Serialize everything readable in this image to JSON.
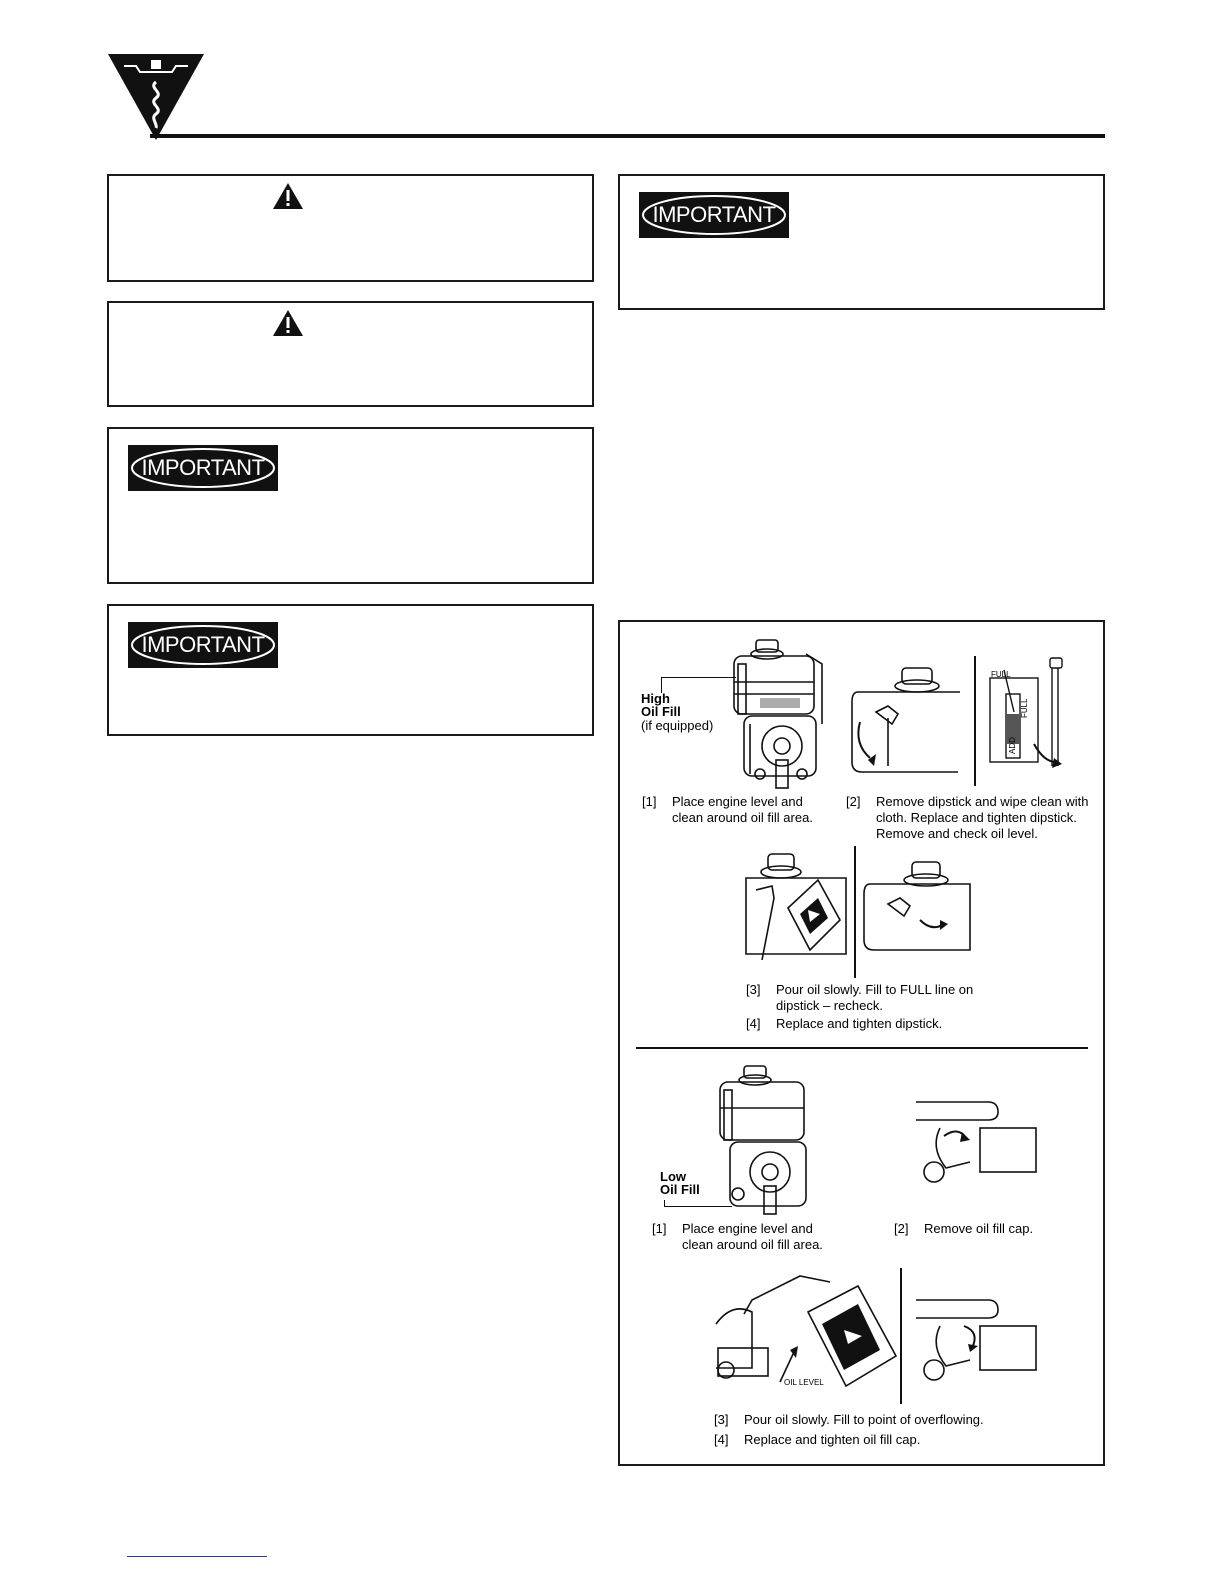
{
  "important_badge_text": "IMPORTANT",
  "figure": {
    "high": {
      "label_line1": "High",
      "label_line2": "Oil Fill",
      "label_line3": "(if equipped)",
      "full_tag": "FULL",
      "dip_full": "FULL",
      "dip_add": "ADD",
      "step1_num": "[1]",
      "step1_line1": "Place engine level and",
      "step1_line2": "clean around oil fill area.",
      "step2_num": "[2]",
      "step2_line1": "Remove dipstick and wipe clean with",
      "step2_line2": "cloth. Replace and tighten dipstick.",
      "step2_line3": "Remove and check oil level.",
      "step3_num": "[3]",
      "step3_line1": "Pour oil slowly. Fill to FULL line on",
      "step3_line2": "dipstick – recheck.",
      "step4_num": "[4]",
      "step4_line1": "Replace and tighten dipstick."
    },
    "low": {
      "label_line1": "Low",
      "label_line2": "Oil Fill",
      "oil_level": "OIL LEVEL",
      "step1_num": "[1]",
      "step1_line1": "Place engine level and",
      "step1_line2": "clean around oil fill area.",
      "step2_num": "[2]",
      "step2_line1": "Remove oil fill cap.",
      "step3_num": "[3]",
      "step3_line1": "Pour oil slowly. Fill to point of overflowing.",
      "step4_num": "[4]",
      "step4_line1": "Replace and tighten oil fill cap."
    }
  }
}
